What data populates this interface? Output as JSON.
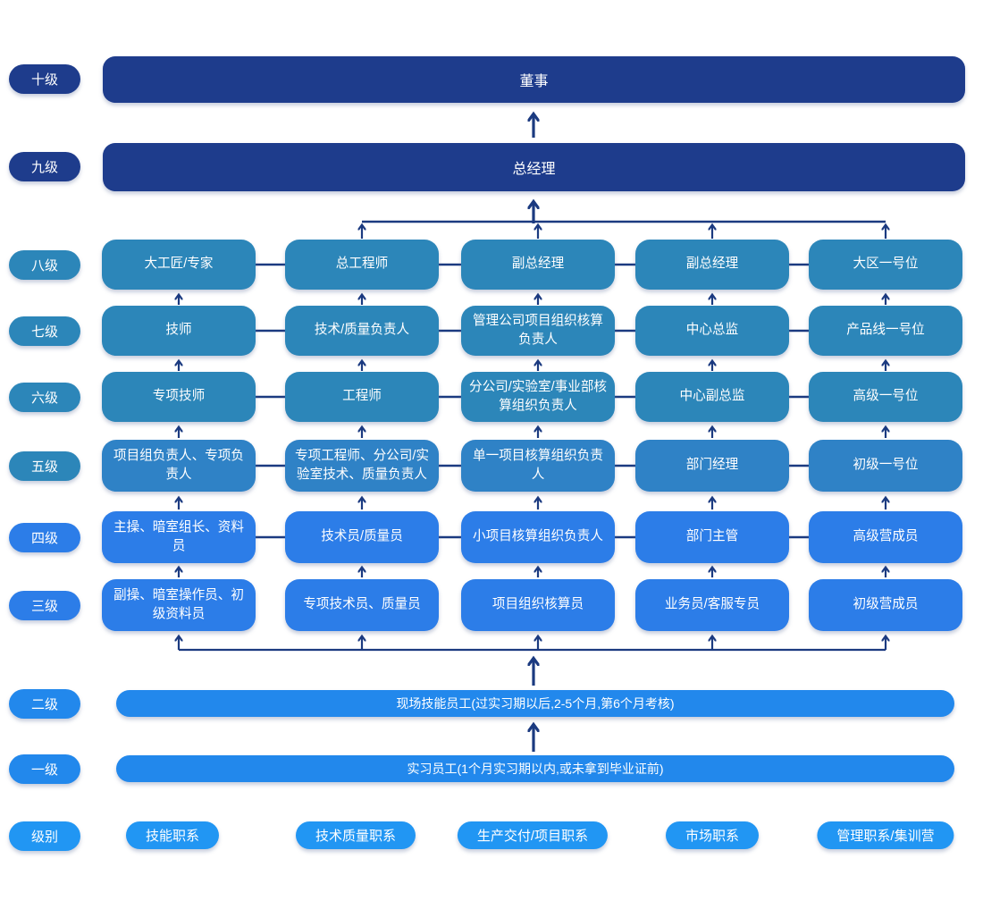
{
  "palette": {
    "navy": "#1E3C8C",
    "teal": "#2C86B9",
    "mid_blue": "#2F82C6",
    "bright_blue": "#2C7DE8",
    "bar_blue": "#2288EC",
    "pill_blue": "#2196F3",
    "connector": "#1B3A80",
    "background": "#FFFFFF",
    "text": "#FFFFFF"
  },
  "levels_column": {
    "items": [
      {
        "label": "十级"
      },
      {
        "label": "九级"
      },
      {
        "label": "八级"
      },
      {
        "label": "七级"
      },
      {
        "label": "六级"
      },
      {
        "label": "五级"
      },
      {
        "label": "四级"
      },
      {
        "label": "三级"
      },
      {
        "label": "二级"
      },
      {
        "label": "一级"
      },
      {
        "label": "级别"
      }
    ]
  },
  "chart": {
    "director_bar": "董事",
    "gm_bar": "总经理",
    "rows": [
      {
        "level": "八级",
        "cells": [
          "大工匠/专家",
          "总工程师",
          "副总经理",
          "副总经理",
          "大区一号位"
        ]
      },
      {
        "level": "七级",
        "cells": [
          "技师",
          "技术/质量负责人",
          "管理公司项目组织核算负责人",
          "中心总监",
          "产品线一号位"
        ]
      },
      {
        "level": "六级",
        "cells": [
          "专项技师",
          "工程师",
          "分公司/实验室/事业部核算组织负责人",
          "中心副总监",
          "高级一号位"
        ]
      },
      {
        "level": "五级",
        "cells": [
          "项目组负责人、专项负责人",
          "专项工程师、分公司/实验室技术、质量负责人",
          "单一项目核算组织负责人",
          "部门经理",
          "初级一号位"
        ]
      },
      {
        "level": "四级",
        "cells": [
          "主操、暗室组长、资料员",
          "技术员/质量员",
          "小项目核算组织负责人",
          "部门主管",
          "高级营成员"
        ]
      },
      {
        "level": "三级",
        "cells": [
          "副操、暗室操作员、初级资料员",
          "专项技术员、质量员",
          "项目组织核算员",
          "业务员/客服专员",
          "初级营成员"
        ]
      }
    ],
    "staff_bars": [
      "现场技能员工(过实习期以后,2-5个月,第6个月考核)",
      "实习员工(1个月实习期以内,或未拿到毕业证前)"
    ],
    "tracks": [
      "技能职系",
      "技术质量职系",
      "生产交付/项目职系",
      "市场职系",
      "管理职系/集训营"
    ]
  }
}
